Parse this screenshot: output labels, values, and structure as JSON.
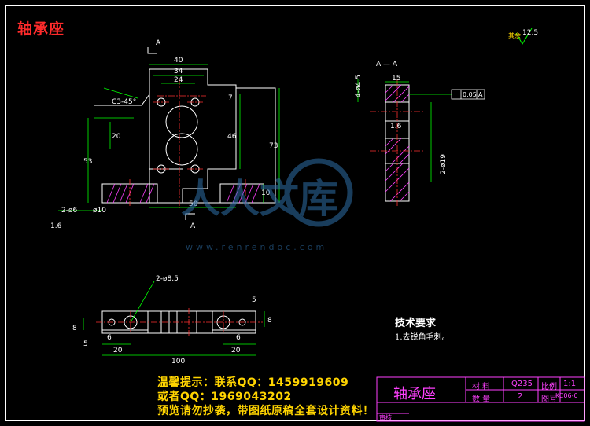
{
  "drawing": {
    "title": "轴承座",
    "views": {
      "front": {
        "section_label": "A",
        "chamfer": "C3-45°",
        "dims": [
          "40",
          "34",
          "24",
          "7",
          "20",
          "46",
          "73",
          "53",
          "50",
          "10",
          "2-ø6",
          "ø10",
          "1.6"
        ]
      },
      "side": {
        "title": "A — A",
        "dims": [
          "15",
          "4-ø4.5",
          "1.6",
          "2-ø19",
          "0.05",
          "A"
        ]
      },
      "bottom": {
        "dims": [
          "2-ø8.5",
          "5",
          "8",
          "8",
          "5",
          "6",
          "6",
          "20",
          "20",
          "100"
        ]
      }
    },
    "roughness_other": {
      "label": "其余",
      "value": "12.5"
    },
    "technical_requirements": {
      "heading": "技术要求",
      "items": [
        "1.去锐角毛刺。"
      ]
    },
    "title_block": {
      "part_name": "轴承座",
      "material_label": "材 料",
      "material": "Q235",
      "scale_label": "比例",
      "scale": "1:1",
      "quantity_label": "数 量",
      "quantity": "2",
      "drawing_no_label": "图号",
      "drawing_no": "KC06-0",
      "reviewer_label": "审核"
    },
    "notice": {
      "line1": "温馨提示：联系QQ：1459919609",
      "line2": "或者QQ：1969043202",
      "line3": "预览请勿抄袭，带图纸原稿全套设计资料！"
    },
    "watermark": {
      "text": "人人文库",
      "url": "www.renrendoc.com"
    }
  },
  "colors": {
    "background": "#000000",
    "outline": "#ffffff",
    "dimension": "#00ff00",
    "center": "#ff3030",
    "title": "#ff2b2b",
    "notice": "#ffd400",
    "titleblock": "#ff40ff"
  }
}
